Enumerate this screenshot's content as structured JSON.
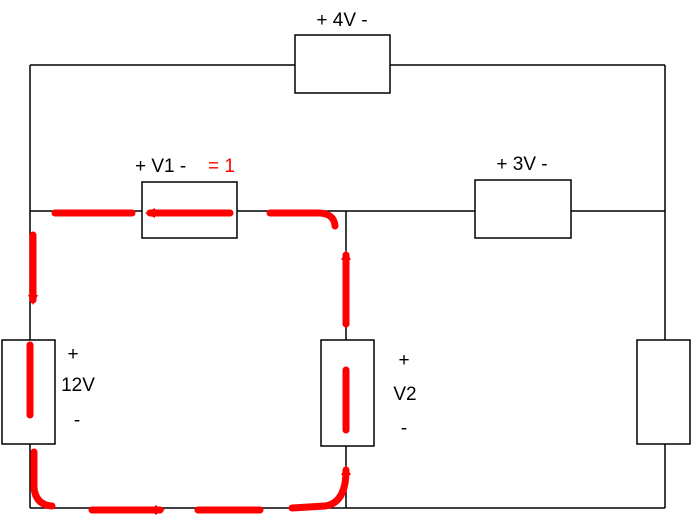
{
  "diagram": {
    "type": "circuit",
    "colors": {
      "wire": "#000000",
      "component_fill": "#ffffff",
      "loop_path": "#ff0000",
      "background": "#ffffff"
    },
    "labels": {
      "top_resistor": "+ 4V -",
      "v1_resistor_name": "+ V1 -",
      "v1_value": "= 1",
      "middle_right_resistor": "+ 3V -",
      "source_left_plus": "+",
      "source_left_value": "12V",
      "source_left_minus": "-",
      "v2_plus": "+",
      "v2_value": "V2",
      "v2_minus": "-"
    },
    "loop": {
      "description_color": "red",
      "direction": "clockwise-up-right-then-left"
    }
  }
}
